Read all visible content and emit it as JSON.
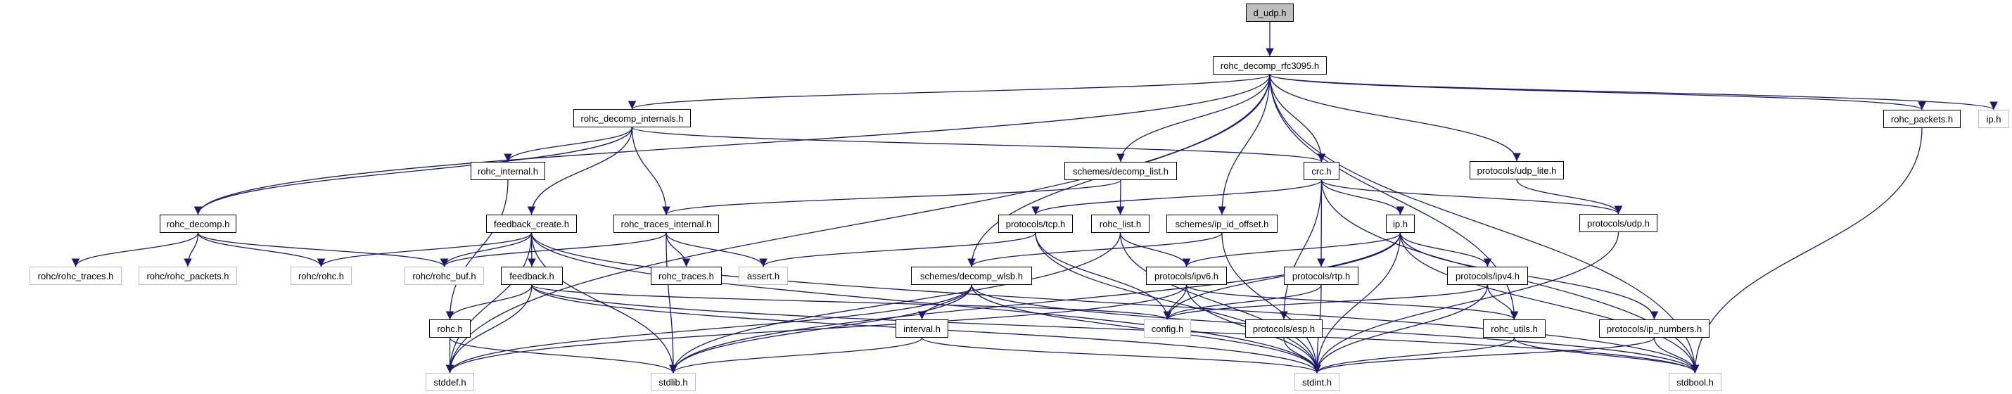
{
  "graph_title": "Include dependency graph for d_udp.h",
  "colors": {
    "edge": "#191970",
    "node_border": "#000000",
    "external_border": "#bfbfbf",
    "root_fill": "#bfbfbf"
  },
  "nodes": [
    {
      "id": "d_udp",
      "label": "d_udp.h",
      "kind": "root"
    },
    {
      "id": "rfc3095",
      "label": "rohc_decomp_rfc3095.h",
      "kind": "local"
    },
    {
      "id": "decomp_internals",
      "label": "rohc_decomp_internals.h",
      "kind": "local"
    },
    {
      "id": "rohc_packets_local",
      "label": "rohc_packets.h",
      "kind": "local"
    },
    {
      "id": "ip_ext",
      "label": "ip.h",
      "kind": "external"
    },
    {
      "id": "rohc_internal",
      "label": "rohc_internal.h",
      "kind": "local"
    },
    {
      "id": "decomp_list",
      "label": "schemes/decomp_list.h",
      "kind": "local"
    },
    {
      "id": "crc",
      "label": "crc.h",
      "kind": "local"
    },
    {
      "id": "udp_lite",
      "label": "protocols/udp_lite.h",
      "kind": "local"
    },
    {
      "id": "rohc_decomp",
      "label": "rohc_decomp.h",
      "kind": "local"
    },
    {
      "id": "feedback_create",
      "label": "feedback_create.h",
      "kind": "local"
    },
    {
      "id": "traces_internal",
      "label": "rohc_traces_internal.h",
      "kind": "local"
    },
    {
      "id": "tcp",
      "label": "protocols/tcp.h",
      "kind": "local"
    },
    {
      "id": "rohc_list",
      "label": "rohc_list.h",
      "kind": "local"
    },
    {
      "id": "ip_id_offset",
      "label": "schemes/ip_id_offset.h",
      "kind": "local"
    },
    {
      "id": "ip",
      "label": "ip.h",
      "kind": "local"
    },
    {
      "id": "udp",
      "label": "protocols/udp.h",
      "kind": "local"
    },
    {
      "id": "rohc_traces_ext",
      "label": "rohc/rohc_traces.h",
      "kind": "external"
    },
    {
      "id": "rohc_packets_ext",
      "label": "rohc/rohc_packets.h",
      "kind": "external"
    },
    {
      "id": "rohc_rohc_ext",
      "label": "rohc/rohc.h",
      "kind": "external"
    },
    {
      "id": "rohc_buf_ext",
      "label": "rohc/rohc_buf.h",
      "kind": "external"
    },
    {
      "id": "feedback",
      "label": "feedback.h",
      "kind": "local"
    },
    {
      "id": "rohc_traces",
      "label": "rohc_traces.h",
      "kind": "local"
    },
    {
      "id": "assert",
      "label": "assert.h",
      "kind": "external"
    },
    {
      "id": "decomp_wlsb",
      "label": "schemes/decomp_wlsb.h",
      "kind": "local"
    },
    {
      "id": "ipv6",
      "label": "protocols/ipv6.h",
      "kind": "local"
    },
    {
      "id": "rtp",
      "label": "protocols/rtp.h",
      "kind": "local"
    },
    {
      "id": "ipv4",
      "label": "protocols/ipv4.h",
      "kind": "local"
    },
    {
      "id": "rohc_h",
      "label": "rohc.h",
      "kind": "local"
    },
    {
      "id": "interval",
      "label": "interval.h",
      "kind": "local"
    },
    {
      "id": "config",
      "label": "config.h",
      "kind": "external"
    },
    {
      "id": "esp",
      "label": "protocols/esp.h",
      "kind": "local"
    },
    {
      "id": "rohc_utils",
      "label": "rohc_utils.h",
      "kind": "local"
    },
    {
      "id": "ip_numbers",
      "label": "protocols/ip_numbers.h",
      "kind": "local"
    },
    {
      "id": "stddef",
      "label": "stddef.h",
      "kind": "external"
    },
    {
      "id": "stdlib",
      "label": "stdlib.h",
      "kind": "external"
    },
    {
      "id": "stdint",
      "label": "stdint.h",
      "kind": "external"
    },
    {
      "id": "stdbool",
      "label": "stdbool.h",
      "kind": "external"
    }
  ],
  "edges": [
    [
      "d_udp",
      "rfc3095"
    ],
    [
      "rfc3095",
      "stddef"
    ],
    [
      "rfc3095",
      "rohc_decomp"
    ],
    [
      "rfc3095",
      "decomp_internals"
    ],
    [
      "rfc3095",
      "decomp_wlsb"
    ],
    [
      "rfc3095",
      "decomp_list"
    ],
    [
      "rfc3095",
      "ip_id_offset"
    ],
    [
      "rfc3095",
      "crc"
    ],
    [
      "rfc3095",
      "udp_lite"
    ],
    [
      "rfc3095",
      "rohc_utils"
    ],
    [
      "rfc3095",
      "stdbool"
    ],
    [
      "rfc3095",
      "rohc_packets_local"
    ],
    [
      "rfc3095",
      "ip_ext"
    ],
    [
      "decomp_internals",
      "rohc_decomp"
    ],
    [
      "decomp_internals",
      "rohc_internal"
    ],
    [
      "decomp_internals",
      "feedback_create"
    ],
    [
      "decomp_internals",
      "traces_internal"
    ],
    [
      "decomp_internals",
      "crc"
    ],
    [
      "rohc_internal",
      "rohc_h"
    ],
    [
      "rohc_decomp",
      "rohc_traces_ext"
    ],
    [
      "rohc_decomp",
      "rohc_packets_ext"
    ],
    [
      "rohc_decomp",
      "rohc_rohc_ext"
    ],
    [
      "rohc_decomp",
      "rohc_buf_ext"
    ],
    [
      "feedback_create",
      "rohc_rohc_ext"
    ],
    [
      "feedback_create",
      "rohc_buf_ext"
    ],
    [
      "feedback_create",
      "feedback"
    ],
    [
      "feedback_create",
      "stdlib"
    ],
    [
      "feedback_create",
      "stddef"
    ],
    [
      "feedback_create",
      "stdint"
    ],
    [
      "feedback_create",
      "stdbool"
    ],
    [
      "traces_internal",
      "rohc_buf_ext"
    ],
    [
      "traces_internal",
      "rohc_traces"
    ],
    [
      "traces_internal",
      "assert"
    ],
    [
      "traces_internal",
      "stdlib"
    ],
    [
      "decomp_list",
      "traces_internal"
    ],
    [
      "decomp_list",
      "rohc_list"
    ],
    [
      "crc",
      "tcp"
    ],
    [
      "crc",
      "ip"
    ],
    [
      "crc",
      "rtp"
    ],
    [
      "crc",
      "esp"
    ],
    [
      "crc",
      "udp"
    ],
    [
      "crc",
      "stdbool"
    ],
    [
      "udp_lite",
      "udp"
    ],
    [
      "udp",
      "stdint"
    ],
    [
      "rohc_list",
      "ipv6"
    ],
    [
      "rohc_list",
      "stdlib"
    ],
    [
      "rohc_list",
      "stdint"
    ],
    [
      "tcp",
      "stdint"
    ],
    [
      "tcp",
      "config"
    ],
    [
      "tcp",
      "assert"
    ],
    [
      "ip_id_offset",
      "decomp_wlsb"
    ],
    [
      "ip_id_offset",
      "stdint"
    ],
    [
      "ip",
      "ipv6"
    ],
    [
      "ip",
      "ipv4"
    ],
    [
      "ip",
      "stdint"
    ],
    [
      "ip",
      "stdbool"
    ],
    [
      "ip",
      "stdlib"
    ],
    [
      "ip",
      "ip_numbers"
    ],
    [
      "ip",
      "config"
    ],
    [
      "feedback",
      "rohc_h"
    ],
    [
      "feedback",
      "stddef"
    ],
    [
      "feedback",
      "stdint"
    ],
    [
      "feedback",
      "stdbool"
    ],
    [
      "feedback",
      "config"
    ],
    [
      "decomp_wlsb",
      "interval"
    ],
    [
      "decomp_wlsb",
      "stdint"
    ],
    [
      "decomp_wlsb",
      "stdbool"
    ],
    [
      "decomp_wlsb",
      "stdlib"
    ],
    [
      "decomp_wlsb",
      "stddef"
    ],
    [
      "interval",
      "stdlib"
    ],
    [
      "interval",
      "stdint"
    ],
    [
      "ipv6",
      "config"
    ],
    [
      "ipv6",
      "stdint"
    ],
    [
      "ipv6",
      "stddef"
    ],
    [
      "ipv6",
      "rohc_utils"
    ],
    [
      "rtp",
      "config"
    ],
    [
      "rtp",
      "stdint"
    ],
    [
      "esp",
      "stdint"
    ],
    [
      "ipv4",
      "config"
    ],
    [
      "ipv4",
      "rohc_utils"
    ],
    [
      "ipv4",
      "stdint"
    ],
    [
      "rohc_utils",
      "stdint"
    ],
    [
      "rohc_utils",
      "stdbool"
    ],
    [
      "ip_numbers",
      "stdint"
    ],
    [
      "ip_numbers",
      "stdbool"
    ],
    [
      "rohc_h",
      "stddef"
    ],
    [
      "rohc_h",
      "stdlib"
    ],
    [
      "rohc_packets_local",
      "stdbool"
    ]
  ]
}
